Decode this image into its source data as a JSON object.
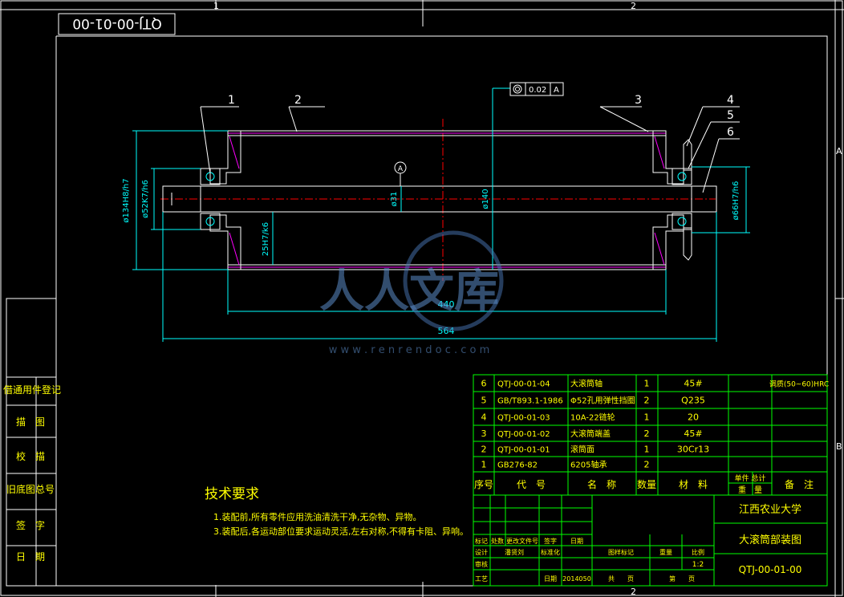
{
  "drawing": {
    "code_box": "QTJ-00-01-00",
    "zone_top_1": "1",
    "zone_top_2": "2",
    "zone_bottom_2": "2",
    "zone_right_a": "A",
    "zone_right_b": "B"
  },
  "leaders": [
    "1",
    "2",
    "3",
    "4",
    "5",
    "6"
  ],
  "tolerance": {
    "value": "0.02",
    "datum": "A"
  },
  "datum_label": "A",
  "dimensions": {
    "d134": "ø134H8/h7",
    "d52": "ø52K7/h6",
    "d25": "25H7/k6",
    "d31": "ø31",
    "d140": "ø140",
    "d66": "ø66H7/h6",
    "len440": "440",
    "len564": "564"
  },
  "watermark": {
    "main": "人人文库",
    "url": "w w w . r e n r e n d o c . c o m"
  },
  "left_column": [
    "借通用件登记",
    "描　图",
    "校　描",
    "旧底图总号",
    "签　字",
    "日　期"
  ],
  "tech": {
    "title": "技术要求",
    "line1": "1.装配前,所有零件应用洗油清洗干净,无杂物、异物。",
    "line2": "3.装配后,各运动部位要求运动灵活,左右对称,不得有卡阻、异响。"
  },
  "bom": {
    "rows": [
      {
        "seq": "6",
        "code": "QTJ-00-01-04",
        "name": "大滚筒轴",
        "qty": "1",
        "material": "45#",
        "note": "调质(50~60)HRC"
      },
      {
        "seq": "5",
        "code": "GB/T893.1-1986",
        "name": "Φ52孔用弹性挡圈",
        "qty": "2",
        "material": "Q235",
        "note": ""
      },
      {
        "seq": "4",
        "code": "QTJ-00-01-03",
        "name": "10A-22链轮",
        "qty": "1",
        "material": "20",
        "note": ""
      },
      {
        "seq": "3",
        "code": "QTJ-00-01-02",
        "name": "大滚筒端盖",
        "qty": "2",
        "material": "45#",
        "note": ""
      },
      {
        "seq": "2",
        "code": "QTJ-00-01-01",
        "name": "滚筒面",
        "qty": "1",
        "material": "30Cr13",
        "note": ""
      },
      {
        "seq": "1",
        "code": "GB276-82",
        "name": "6205轴承",
        "qty": "2",
        "material": "",
        "note": ""
      }
    ],
    "header": {
      "seq": "序号",
      "code": "代　号",
      "name": "名　称",
      "qty": "数量",
      "material": "材　料",
      "weight_top": "单件 总计",
      "weight_bottom": "重　量",
      "note": "备　注"
    }
  },
  "title_block": {
    "school": "江西农业大学",
    "drawing_name": "大滚筒部装图",
    "drawing_no": "QTJ-00-01-00",
    "rev_labels": [
      "标记",
      "处数",
      "更改文件号",
      "签字",
      "日期"
    ],
    "design": "设计",
    "designer": "潘贤刘",
    "standard": "标准化",
    "stage_mark": "图样标记",
    "weight": "重量",
    "scale_label": "比例",
    "scale": "1:2",
    "review": "审核",
    "process": "工艺",
    "date_label": "日期",
    "date": "2014050",
    "total": "共　　页",
    "sheet": "第　　页"
  }
}
